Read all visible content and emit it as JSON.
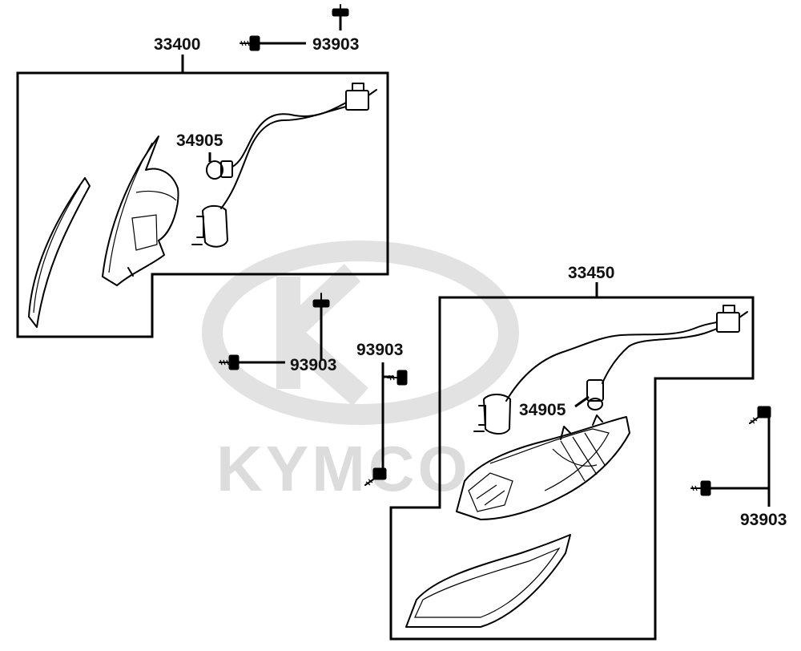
{
  "watermark": {
    "brand": "KYMCO"
  },
  "labels": {
    "assembly_left": "33400",
    "assembly_right": "33450",
    "bulb_left": "34905",
    "bulb_right": "34905",
    "screw_top": "93903",
    "screw_mid": "93903",
    "screw_center": "93903",
    "screw_right": "93903"
  }
}
